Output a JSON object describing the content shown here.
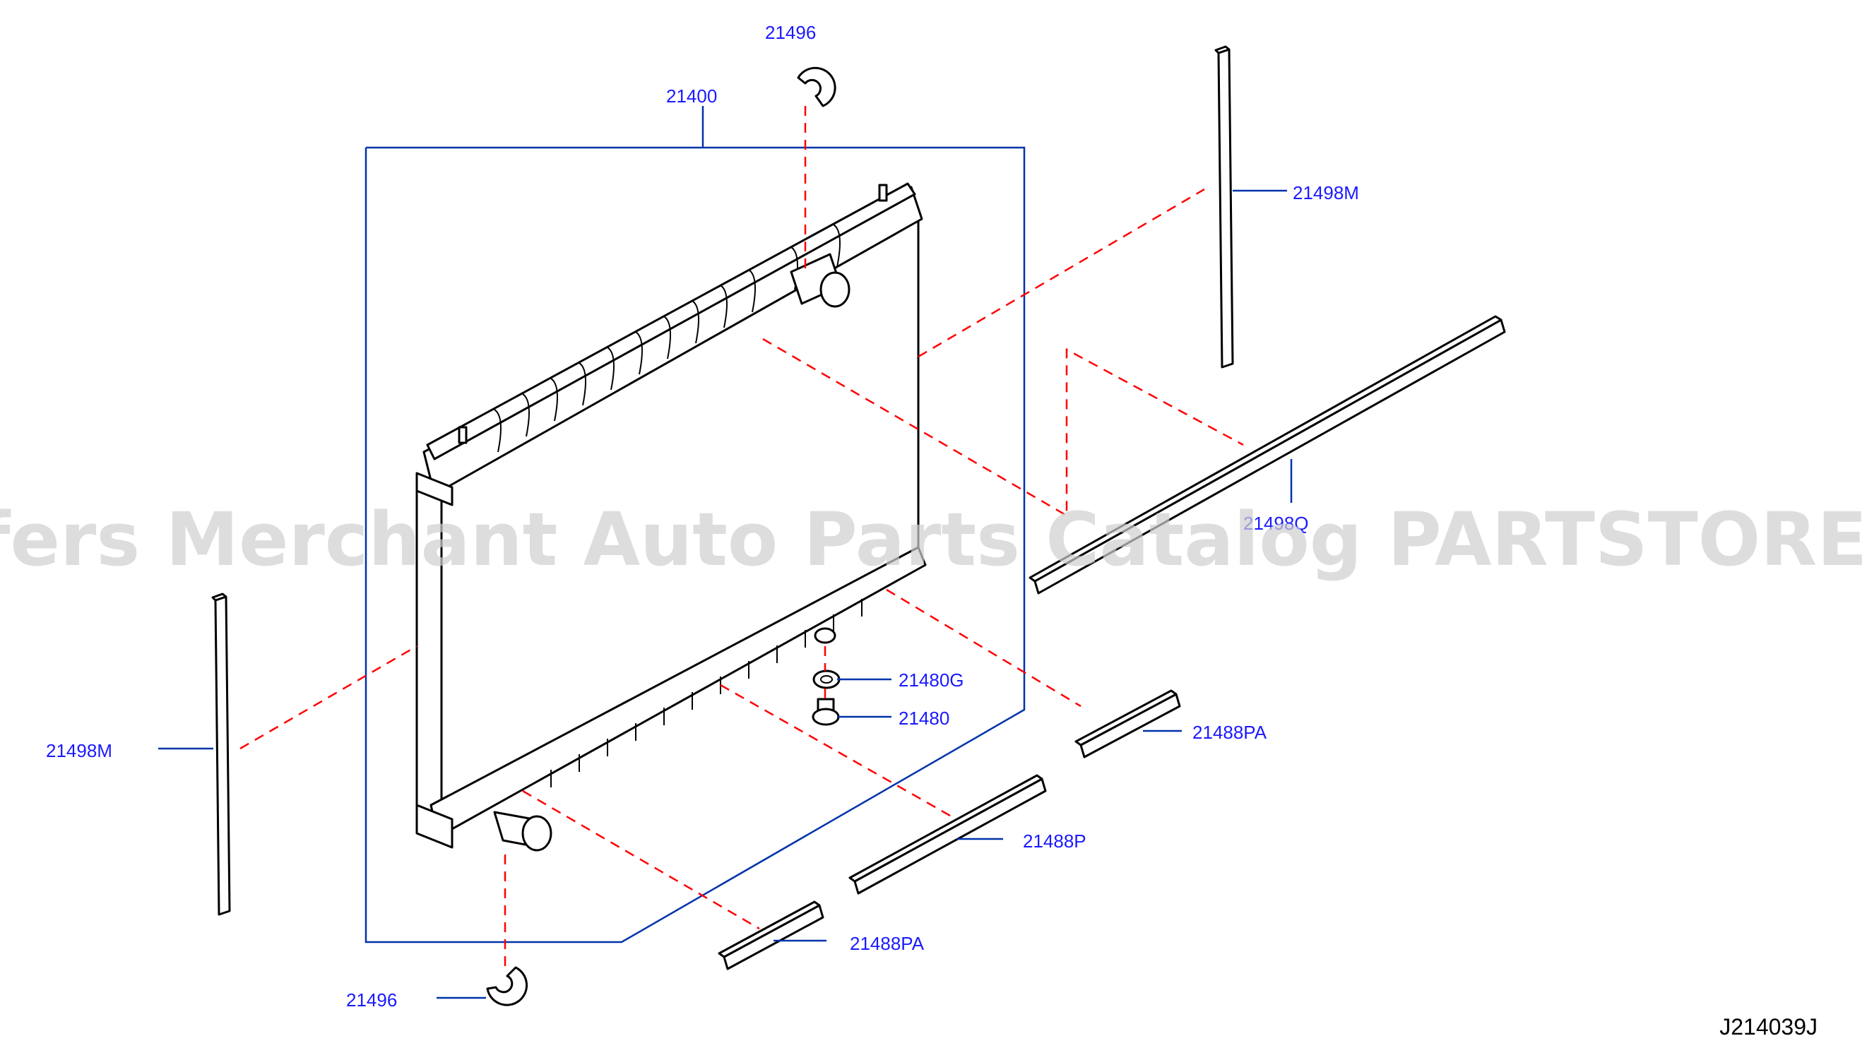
{
  "watermark": "Offers Merchant Auto Parts Catalog PARTSTORE.SA",
  "diagram_ref": "J214039J",
  "labels": {
    "clip_top": "21496",
    "radiator_assy": "21400",
    "seal_right_vertical": "21498M",
    "seal_upper": "21498Q",
    "gasket": "21480G",
    "drain_plug": "21480",
    "seal_right_small": "21488PA",
    "seal_lower": "21488P",
    "seal_lower_small": "21488PA",
    "seal_left_vertical": "21498M",
    "clip_bottom": "21496"
  },
  "colors": {
    "label": "#1a1aff",
    "leader": "#0033aa",
    "dashed_line": "#ff0000",
    "watermark": "#cfcfcf"
  }
}
